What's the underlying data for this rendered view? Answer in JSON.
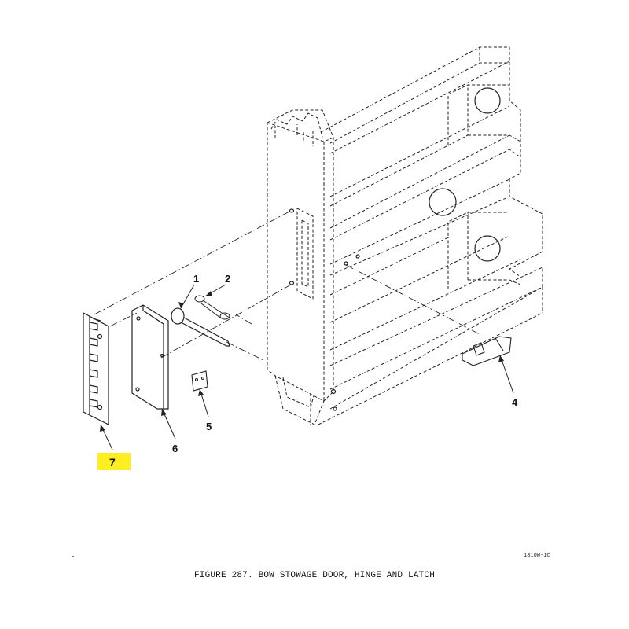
{
  "figure": {
    "caption": "FIGURE 287. BOW STOWAGE DOOR, HINGE AND LATCH",
    "drawing_id": "1810W-1C"
  },
  "callouts": [
    {
      "id": "1",
      "label": "1"
    },
    {
      "id": "2",
      "label": "2"
    },
    {
      "id": "4",
      "label": "4"
    },
    {
      "id": "5",
      "label": "5"
    },
    {
      "id": "6",
      "label": "6"
    },
    {
      "id": "7",
      "label": "7",
      "highlighted": true
    }
  ],
  "colors": {
    "line": "#222222",
    "highlight": "#ffee22",
    "background": "#ffffff"
  }
}
